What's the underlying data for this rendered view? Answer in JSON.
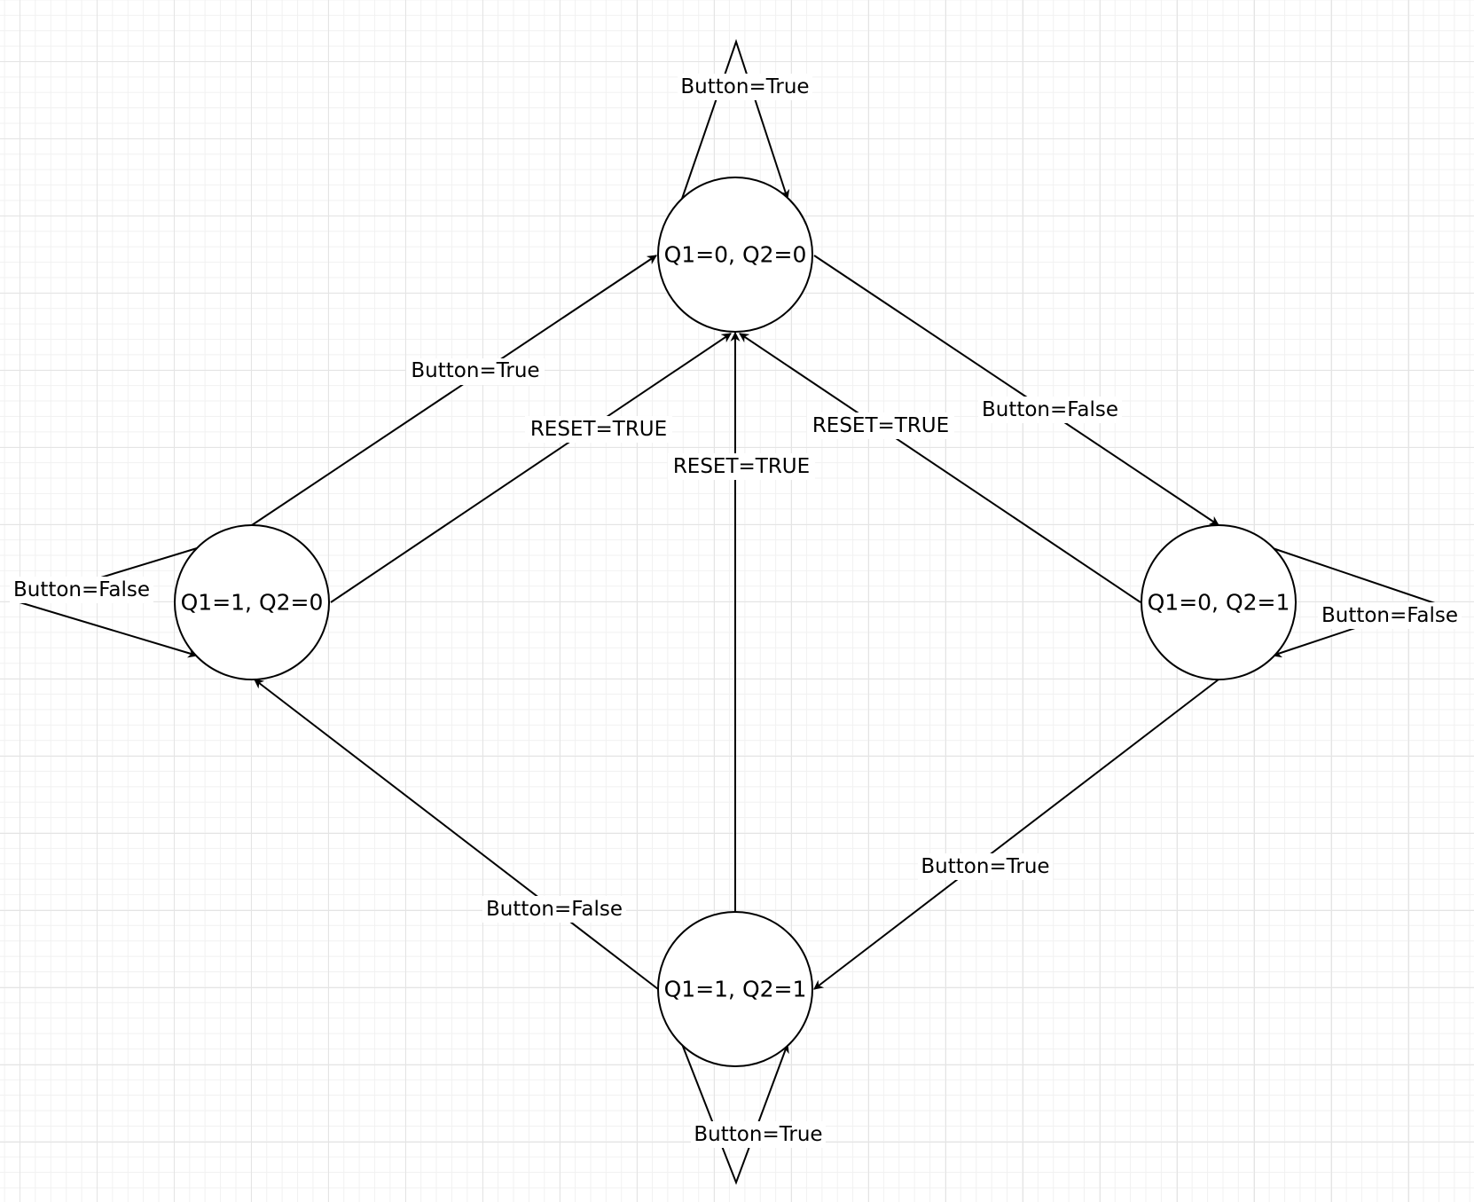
{
  "diagram": {
    "type": "state-machine",
    "states": [
      {
        "id": "s00",
        "label": "Q1=0, Q2=0"
      },
      {
        "id": "s10",
        "label": "Q1=1, Q2=0"
      },
      {
        "id": "s01",
        "label": "Q1=0, Q2=1"
      },
      {
        "id": "s11",
        "label": "Q1=1, Q2=1"
      }
    ],
    "transitions": [
      {
        "id": "t-s00-self",
        "from": "s00",
        "to": "s00",
        "label": "Button=True"
      },
      {
        "id": "t-s10-s00",
        "from": "s10",
        "to": "s00",
        "label": "Button=True"
      },
      {
        "id": "t-s00-s01",
        "from": "s00",
        "to": "s01",
        "label": "Button=False"
      },
      {
        "id": "t-s10-s00-reset",
        "from": "s10",
        "to": "s00",
        "label": "RESET=TRUE"
      },
      {
        "id": "t-s01-s00-reset",
        "from": "s01",
        "to": "s00",
        "label": "RESET=TRUE"
      },
      {
        "id": "t-s11-s00-reset",
        "from": "s11",
        "to": "s00",
        "label": "RESET=TRUE"
      },
      {
        "id": "t-s10-self",
        "from": "s10",
        "to": "s10",
        "label": "Button=False"
      },
      {
        "id": "t-s01-self",
        "from": "s01",
        "to": "s01",
        "label": "Button=False"
      },
      {
        "id": "t-s01-s11",
        "from": "s01",
        "to": "s11",
        "label": "Button=True"
      },
      {
        "id": "t-s11-s10",
        "from": "s11",
        "to": "s10",
        "label": "Button=False"
      },
      {
        "id": "t-s11-self",
        "from": "s11",
        "to": "s11",
        "label": "Button=True"
      }
    ]
  }
}
